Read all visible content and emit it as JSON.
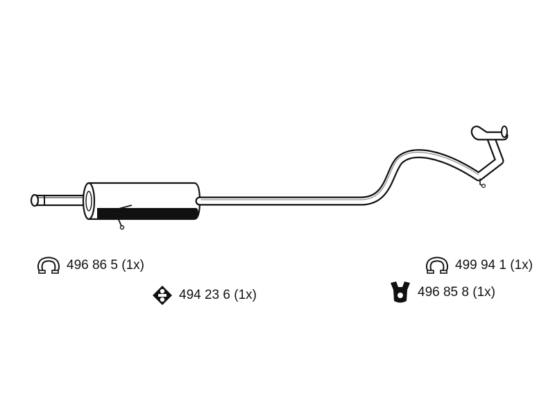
{
  "parts": [
    {
      "icon": "clamp-ring-icon",
      "number": "496 86 5",
      "qty": "(1x)"
    },
    {
      "icon": "rubber-mount-icon",
      "number": "494 23 6",
      "qty": "(1x)"
    },
    {
      "icon": "clamp-ring-icon",
      "number": "499 94 1",
      "qty": "(1x)"
    },
    {
      "icon": "hanger-bracket-icon",
      "number": "496 85 8",
      "qty": "(1x)"
    }
  ],
  "colors": {
    "line": "#111111",
    "fill": "#ffffff",
    "shadow": "#111111"
  }
}
